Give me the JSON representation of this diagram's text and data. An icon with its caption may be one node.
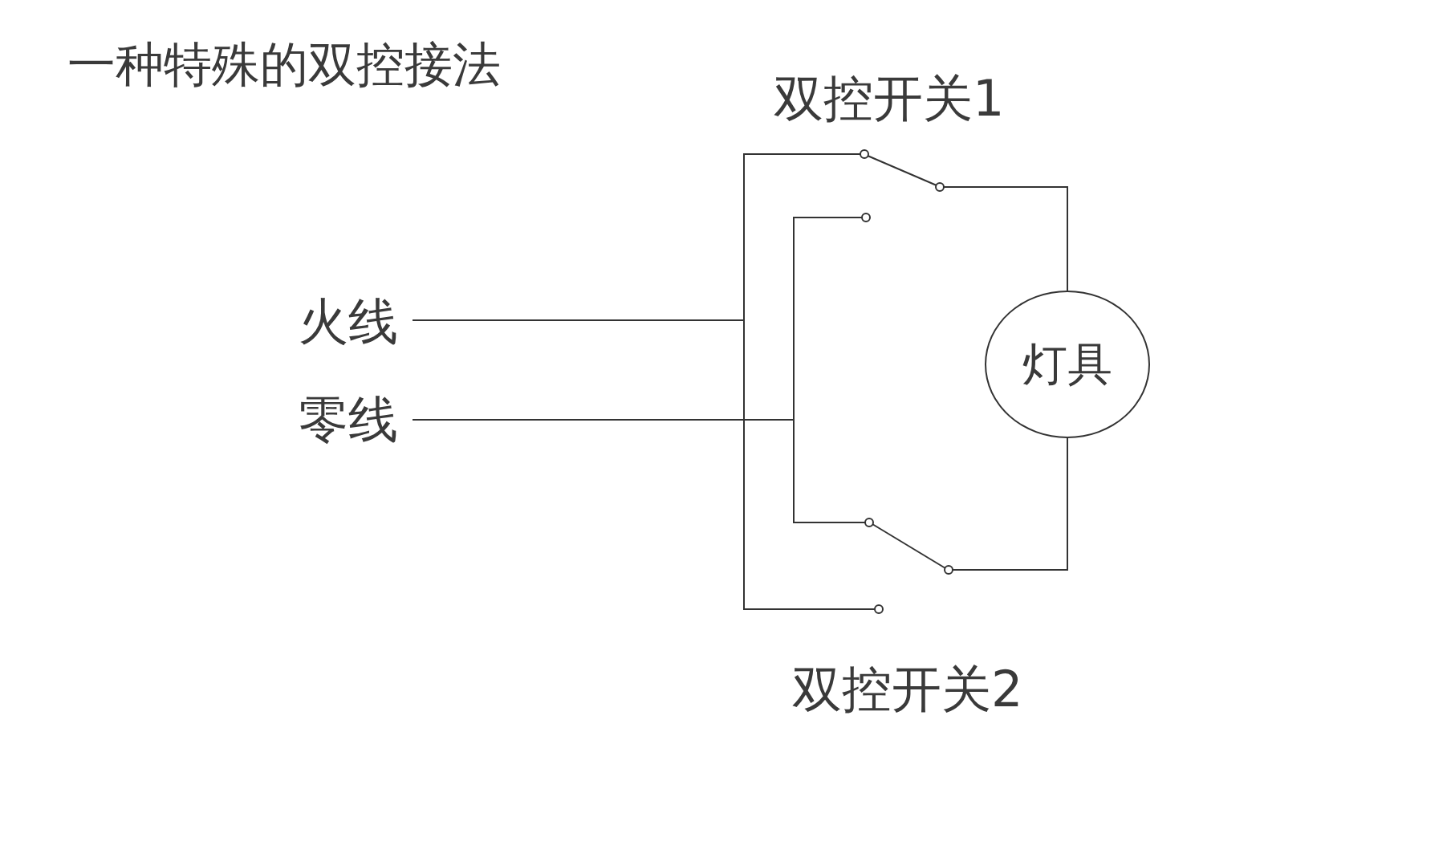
{
  "diagram": {
    "title": "一种特殊的双控接法",
    "nodes": [
      {
        "text": [
          "火线"
        ]
      },
      {
        "text": [
          "零线"
        ]
      },
      {
        "text": [
          "灯具"
        ]
      },
      {
        "text": [],
        "shape": "switch",
        "beside": [
          "双控开关1"
        ]
      },
      {
        "text": [],
        "shape": "switch",
        "beside": [
          "双控开关2"
        ]
      }
    ],
    "edges": [
      {
        "from": 0,
        "to": 3,
        "arrow": "none"
      },
      {
        "from": 0,
        "to": 4,
        "arrow": "none"
      },
      {
        "from": 1,
        "to": 3,
        "arrow": "none"
      },
      {
        "from": 1,
        "to": 4,
        "arrow": "none"
      },
      {
        "from": 3,
        "to": 2,
        "arrow": "none"
      },
      {
        "from": 4,
        "to": 2,
        "arrow": "none"
      }
    ]
  }
}
